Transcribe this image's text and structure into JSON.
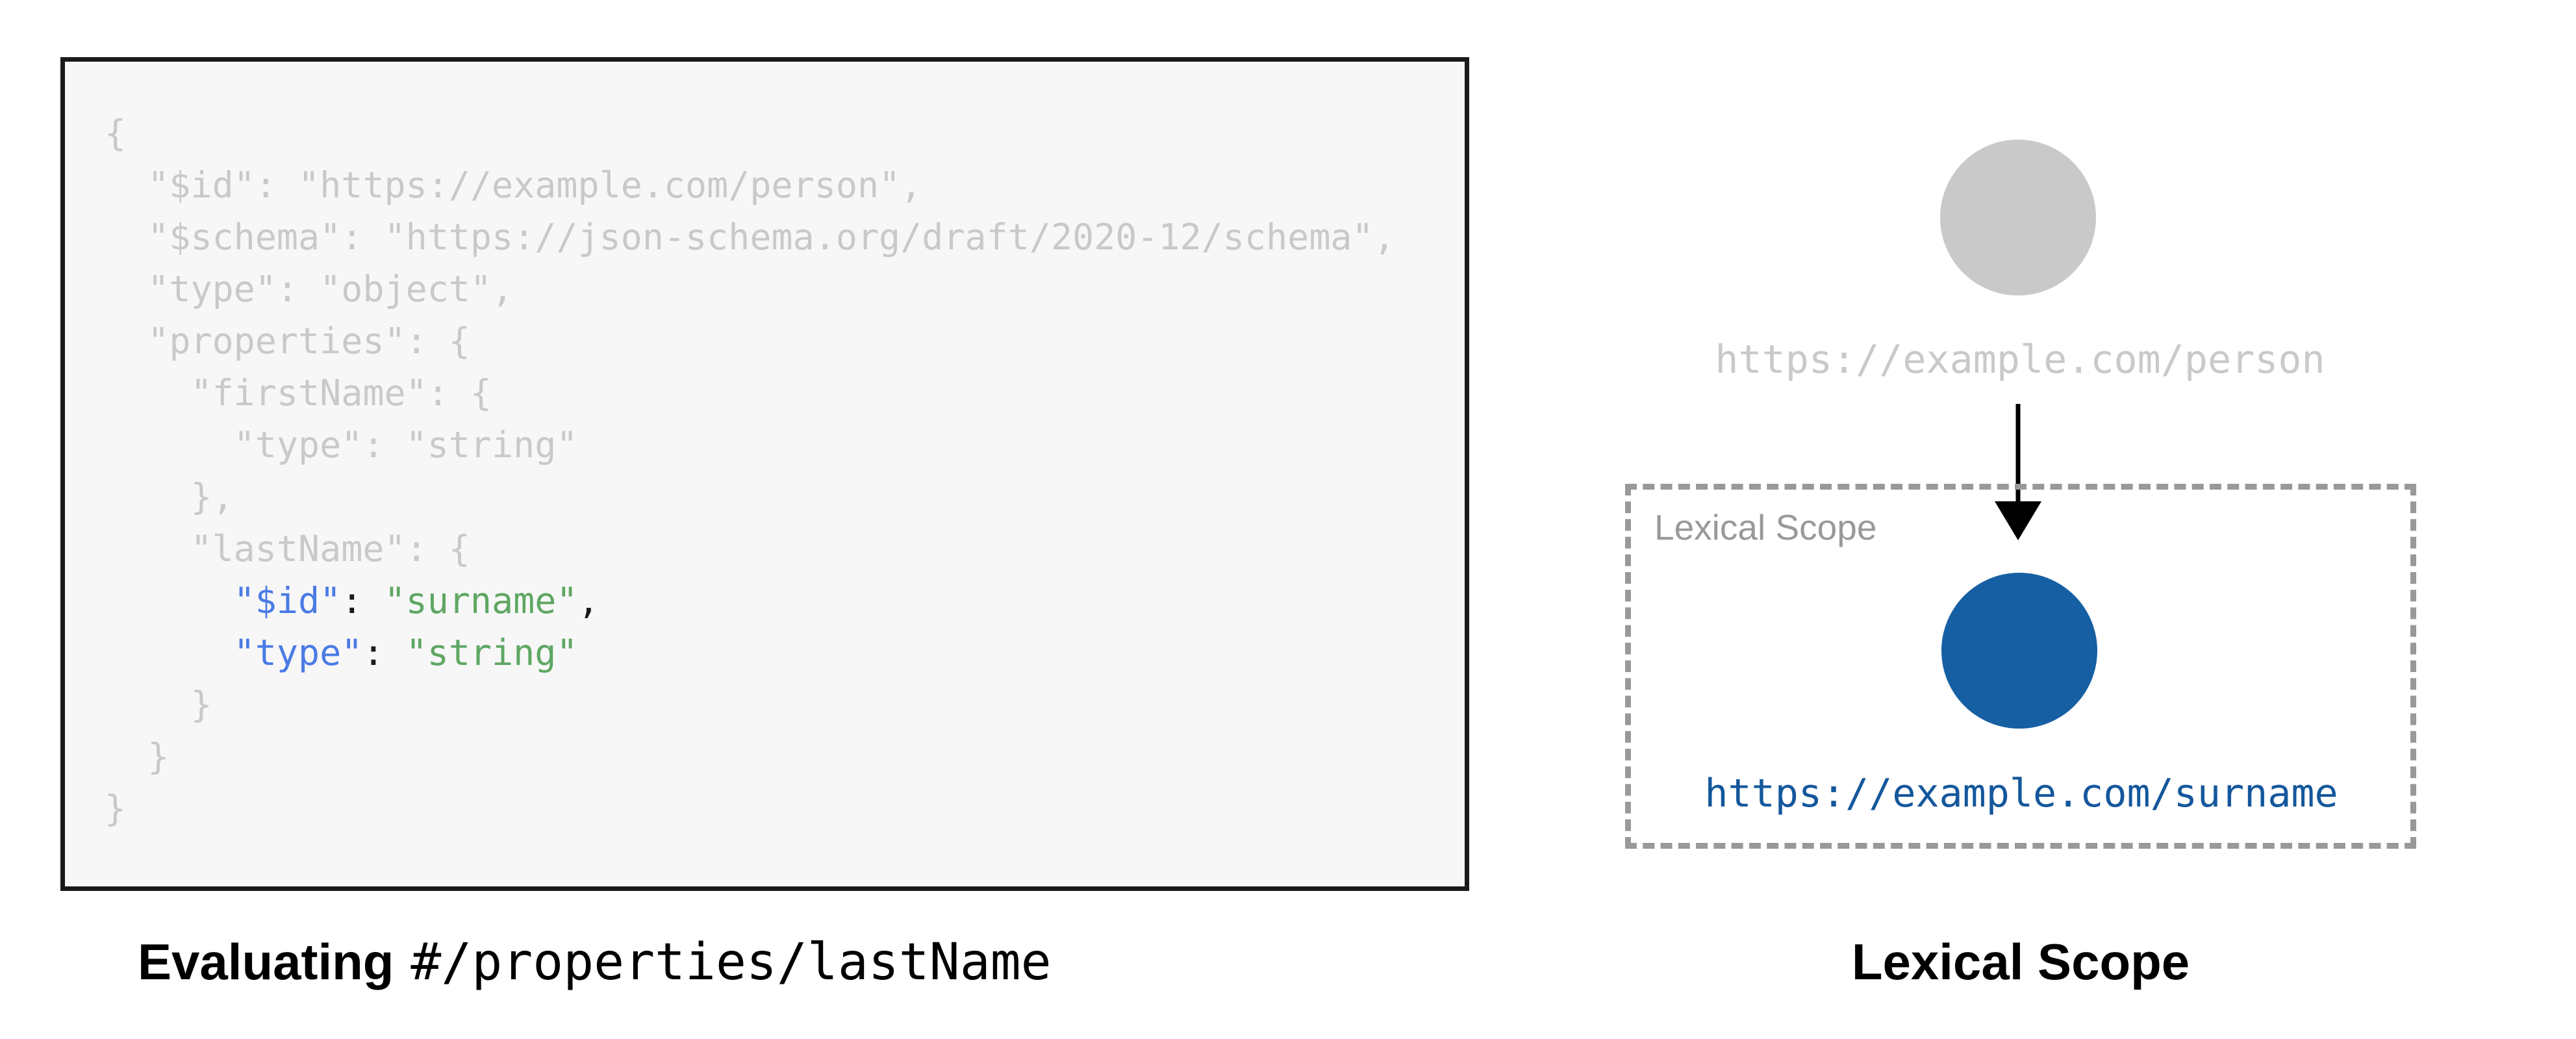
{
  "colors": {
    "page_background": "#ffffff",
    "panel_background": "#f7f7f7",
    "panel_border": "#1a1a1a",
    "code_muted_gray": "#c9c9c9",
    "code_key_blue": "#4a7be4",
    "code_string_green": "#5fa763",
    "code_punctuation_black": "#1a1a1a",
    "node_gray": "#c9c9c9",
    "node_blue": "#165fa3",
    "url_blue": "#14579c",
    "url_gray": "#c9c9c9",
    "dashed_border_gray": "#999999",
    "scope_label_gray": "#999999",
    "caption_black": "#000000"
  },
  "code_panel": {
    "lines": [
      {
        "segments": [
          {
            "text": "{",
            "kind": "gray"
          }
        ]
      },
      {
        "segments": [
          {
            "text": "  \"$id\": \"https://example.com/person\",",
            "kind": "gray"
          }
        ]
      },
      {
        "segments": [
          {
            "text": "  \"$schema\": \"https://json-schema.org/draft/2020-12/schema\",",
            "kind": "gray"
          }
        ]
      },
      {
        "segments": [
          {
            "text": "  \"type\": \"object\",",
            "kind": "gray"
          }
        ]
      },
      {
        "segments": [
          {
            "text": "  \"properties\": {",
            "kind": "gray"
          }
        ]
      },
      {
        "segments": [
          {
            "text": "    \"firstName\": {",
            "kind": "gray"
          }
        ]
      },
      {
        "segments": [
          {
            "text": "      \"type\": \"string\"",
            "kind": "gray"
          }
        ]
      },
      {
        "segments": [
          {
            "text": "    },",
            "kind": "gray"
          }
        ]
      },
      {
        "segments": [
          {
            "text": "    \"lastName\": {",
            "kind": "gray"
          }
        ]
      },
      {
        "segments": [
          {
            "text": "      \"$id\"",
            "kind": "key"
          },
          {
            "text": ": ",
            "kind": "punct"
          },
          {
            "text": "\"surname\"",
            "kind": "str"
          },
          {
            "text": ",",
            "kind": "punct"
          }
        ]
      },
      {
        "segments": [
          {
            "text": "      \"type\"",
            "kind": "key"
          },
          {
            "text": ": ",
            "kind": "punct"
          },
          {
            "text": "\"string\"",
            "kind": "str"
          }
        ]
      },
      {
        "segments": [
          {
            "text": "    }",
            "kind": "gray"
          }
        ]
      },
      {
        "segments": [
          {
            "text": "  }",
            "kind": "gray"
          }
        ]
      },
      {
        "segments": [
          {
            "text": "}",
            "kind": "gray"
          }
        ]
      }
    ]
  },
  "left_caption": {
    "bold_text": "Evaluating",
    "mono_text": "#/properties/lastName"
  },
  "right_caption": {
    "text": "Lexical Scope"
  },
  "diagram": {
    "person_url": "https://example.com/person",
    "scope_box_label": "Lexical Scope",
    "surname_url": "https://example.com/surname"
  }
}
